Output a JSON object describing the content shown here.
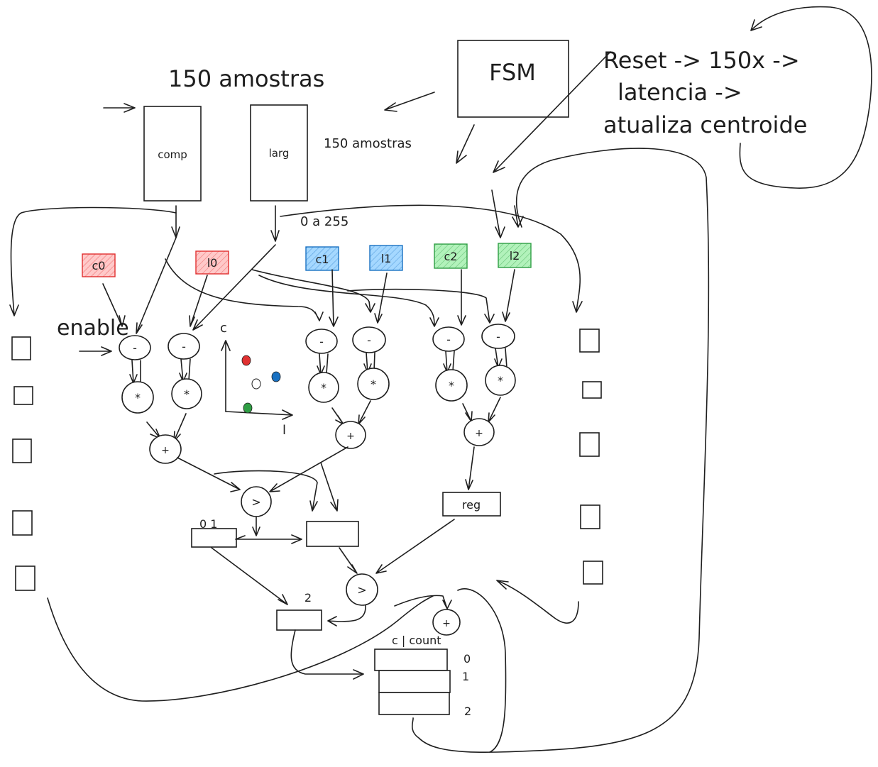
{
  "texts": {
    "fsm": "FSM",
    "amostras_title": "150 amostras",
    "amostras_small": "150 amostras",
    "range": "0 a 255",
    "reset_line1": "Reset -> 150x ->",
    "reset_line2": "latencia ->",
    "reset_line3": "atualiza centroide",
    "comp": "comp",
    "larg": "larg",
    "enable": "enable",
    "axis_c": "c",
    "axis_l": "l",
    "reg": "reg",
    "mux_label": "0  1",
    "label_2": "2",
    "table_header": "c | count",
    "table_idx_0": "0",
    "table_idx_1": "1",
    "table_idx_2": "2"
  },
  "centroids": [
    {
      "label": "c0",
      "color": "#ffc9c9",
      "edge": "#e03131"
    },
    {
      "label": "l0",
      "color": "#ffc9c9",
      "edge": "#e03131"
    },
    {
      "label": "c1",
      "color": "#a5d8ff",
      "edge": "#1971c2"
    },
    {
      "label": "l1",
      "color": "#a5d8ff",
      "edge": "#1971c2"
    },
    {
      "label": "c2",
      "color": "#b2f2bb",
      "edge": "#2f9e44"
    },
    {
      "label": "l2",
      "color": "#b2f2bb",
      "edge": "#2f9e44"
    }
  ],
  "ops": {
    "minus": "-",
    "times": "*",
    "plus": "+",
    "greater": ">"
  },
  "points": [
    {
      "name": "red",
      "color": "#e03131"
    },
    {
      "name": "blue",
      "color": "#1971c2"
    },
    {
      "name": "white",
      "color": "#ffffff"
    },
    {
      "name": "green",
      "color": "#2f9e44"
    }
  ]
}
